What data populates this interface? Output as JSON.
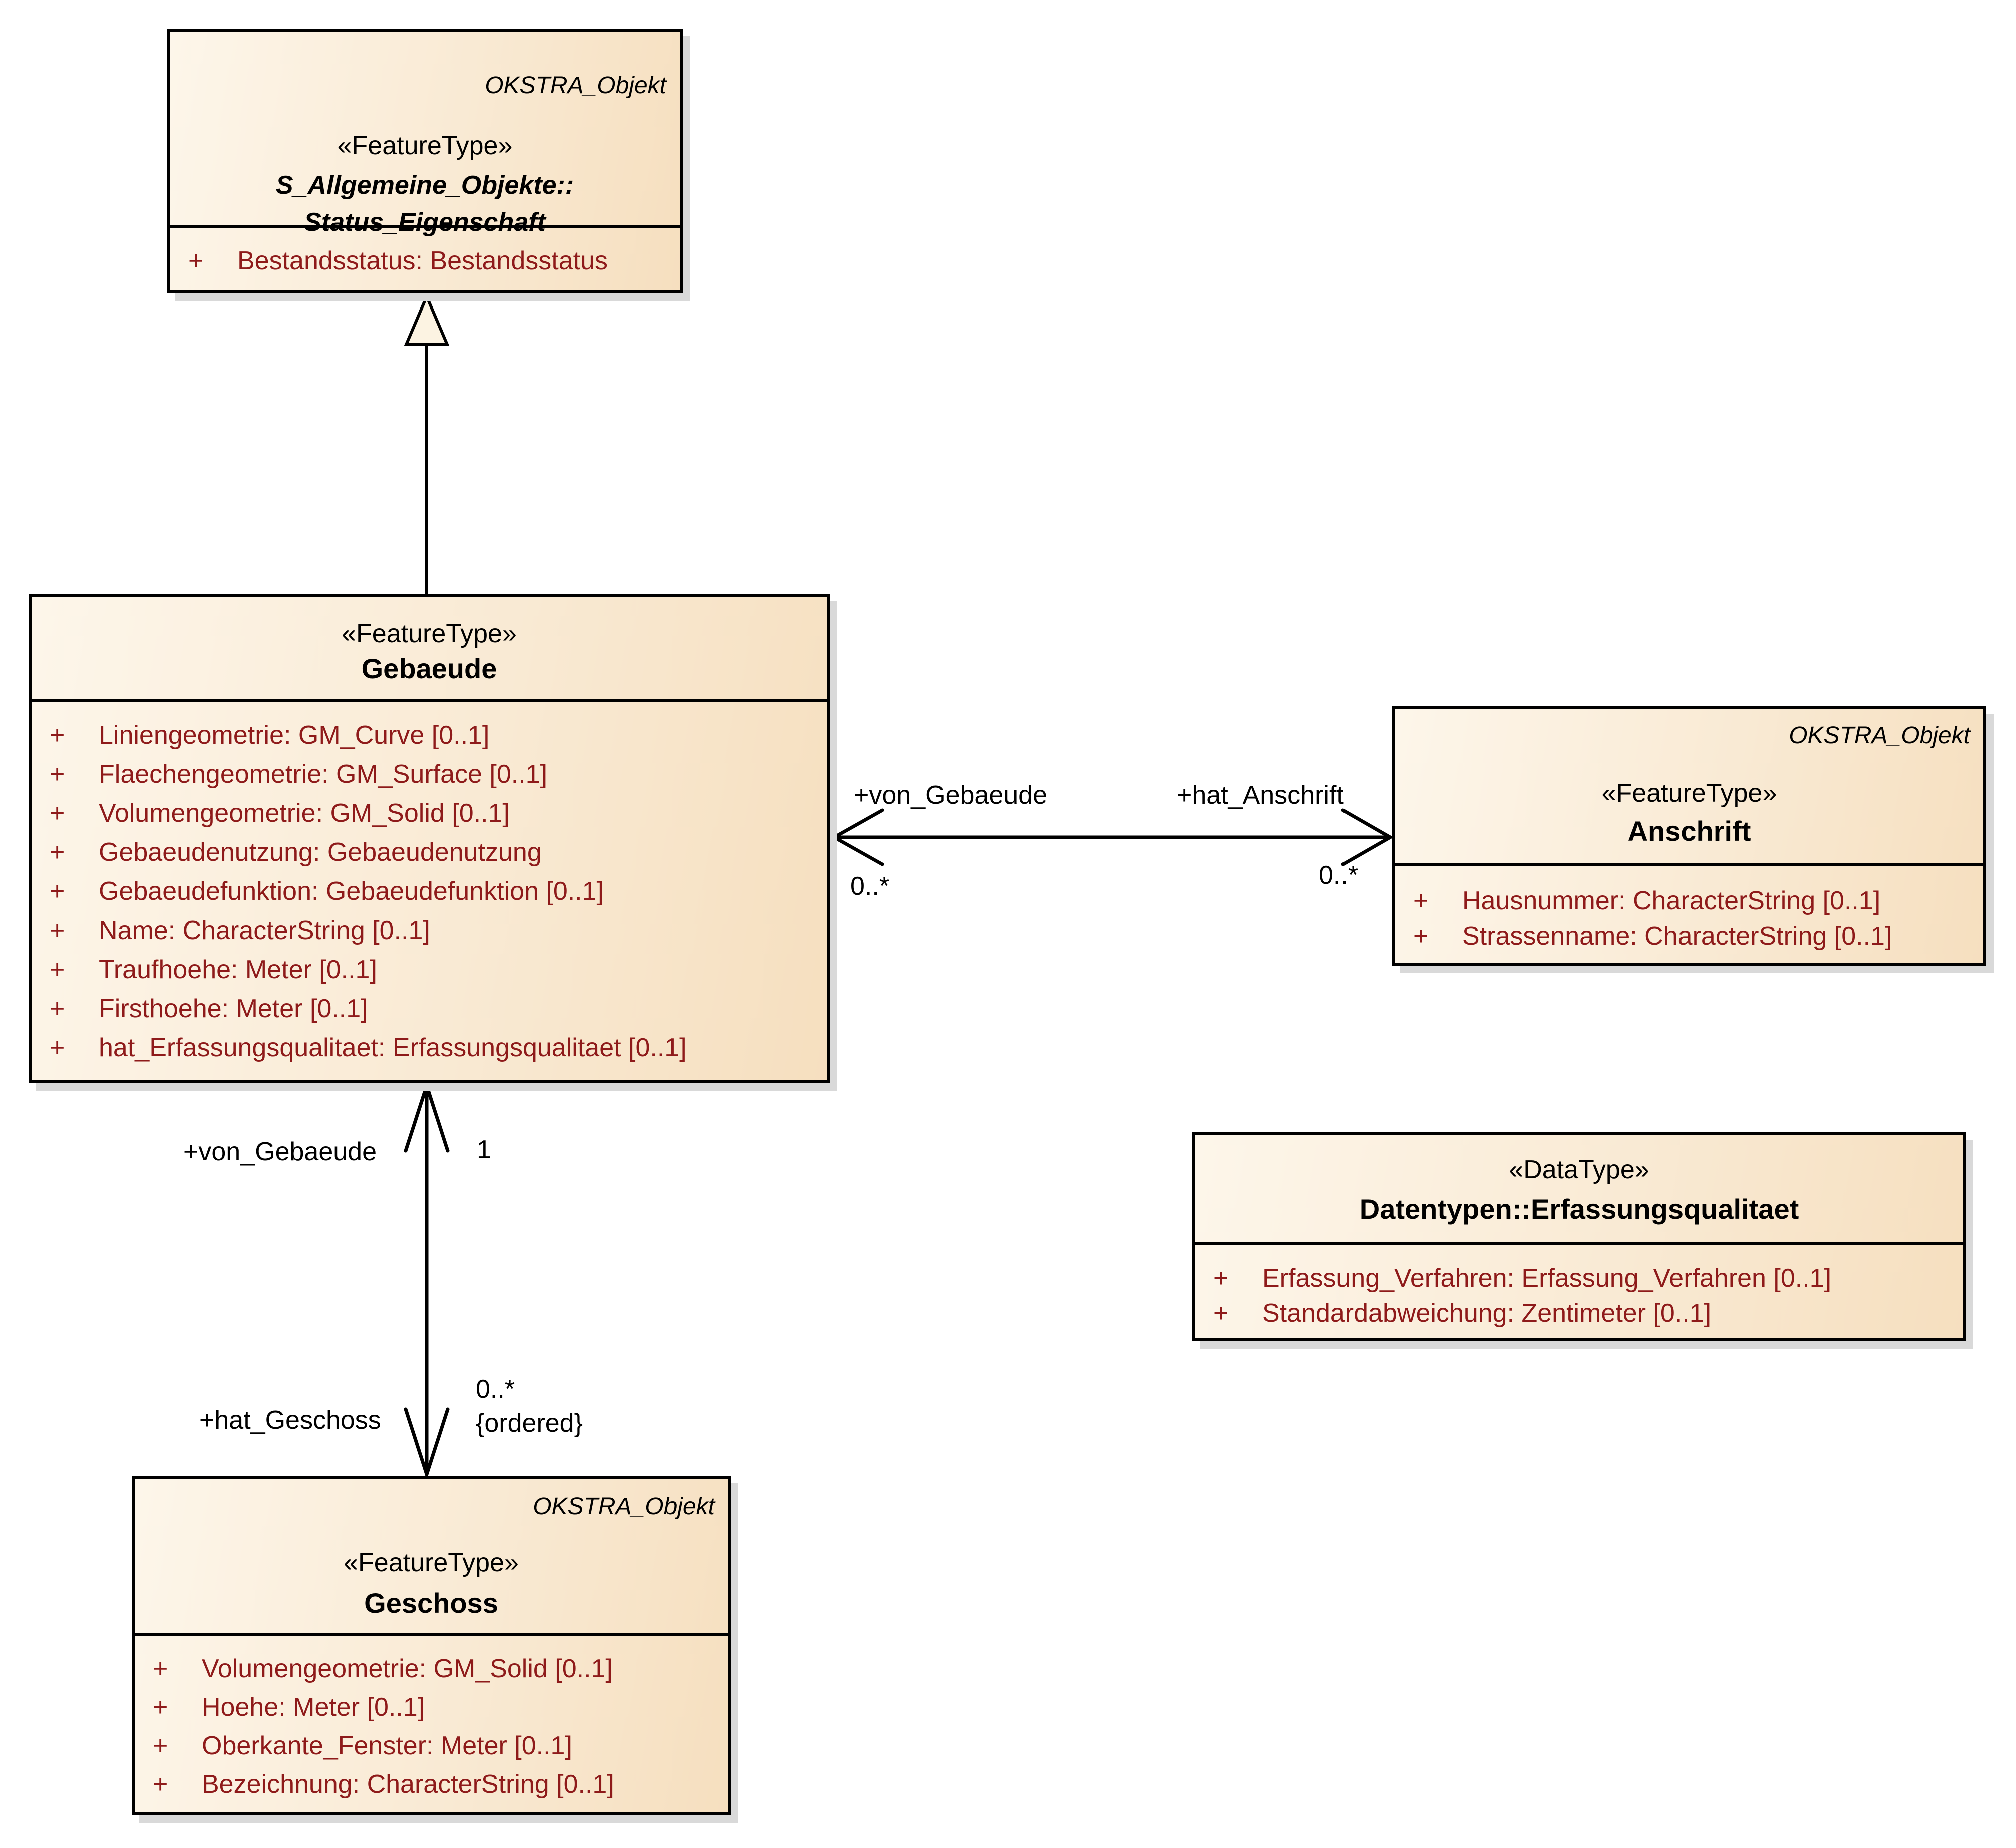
{
  "ui": {
    "visibility_public": "+"
  },
  "colors": {
    "fill_light": "#fdf6ea",
    "fill_dark": "#f6dfbf",
    "border": "#000000",
    "attribute_text": "#8e1a1a",
    "title_text": "#000000",
    "shadow": "#d9d9d9",
    "background": "#ffffff"
  },
  "classes": {
    "status_eigenschaft": {
      "tag": "OKSTRA_Objekt",
      "stereotype": "«FeatureType»",
      "name_line1": "S_Allgemeine_Objekte::",
      "name_line2": "Status_Eigenschaft",
      "attributes": [
        "Bestandsstatus: Bestandsstatus"
      ]
    },
    "gebaeude": {
      "stereotype": "«FeatureType»",
      "name": "Gebaeude",
      "attributes": [
        "Liniengeometrie: GM_Curve [0..1]",
        "Flaechengeometrie: GM_Surface [0..1]",
        "Volumengeometrie: GM_Solid [0..1]",
        "Gebaeudenutzung: Gebaeudenutzung",
        "Gebaeudefunktion: Gebaeudefunktion [0..1]",
        "Name: CharacterString [0..1]",
        "Traufhoehe: Meter [0..1]",
        "Firsthoehe: Meter [0..1]",
        "hat_Erfassungsqualitaet: Erfassungsqualitaet [0..1]"
      ]
    },
    "anschrift": {
      "tag": "OKSTRA_Objekt",
      "stereotype": "«FeatureType»",
      "name": "Anschrift",
      "attributes": [
        "Hausnummer: CharacterString [0..1]",
        "Strassenname: CharacterString [0..1]"
      ]
    },
    "erfassungsqualitaet": {
      "stereotype": "«DataType»",
      "name": "Datentypen::Erfassungsqualitaet",
      "attributes": [
        "Erfassung_Verfahren: Erfassung_Verfahren [0..1]",
        "Standardabweichung: Zentimeter [0..1]"
      ]
    },
    "geschoss": {
      "tag": "OKSTRA_Objekt",
      "stereotype": "«FeatureType»",
      "name": "Geschoss",
      "attributes": [
        "Volumengeometrie: GM_Solid [0..1]",
        "Hoehe: Meter [0..1]",
        "Oberkante_Fenster: Meter [0..1]",
        "Bezeichnung: CharacterString [0..1]"
      ]
    }
  },
  "associations": {
    "gebaeude_anschrift": {
      "source_role": "+von_Gebaeude",
      "source_multiplicity": "0..*",
      "target_role": "+hat_Anschrift",
      "target_multiplicity": "0..*"
    },
    "gebaeude_geschoss": {
      "source_role": "+von_Gebaeude",
      "source_multiplicity": "1",
      "target_role": "+hat_Geschoss",
      "target_multiplicity": "0..*",
      "constraint": "{ordered}"
    }
  }
}
